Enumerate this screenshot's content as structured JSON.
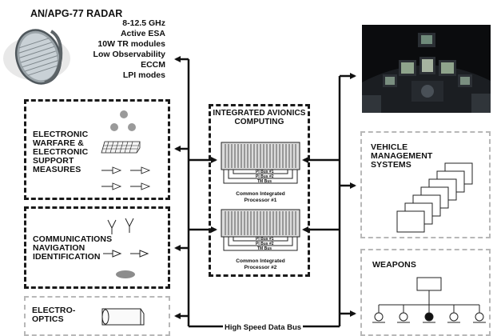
{
  "radar": {
    "title": "AN/APG-77 RADAR",
    "specs": [
      "8-12.5 GHz",
      "Active ESA",
      "10W TR modules",
      "Low Observability",
      "ECCM",
      "LPI modes"
    ]
  },
  "ew": {
    "label_lines": [
      "ELECTRONIC",
      "WARFARE &",
      "ELECTRONIC",
      "SUPPORT",
      "MEASURES"
    ]
  },
  "cni": {
    "label_lines": [
      "COMMUNICATIONS",
      "NAVIGATION",
      "IDENTIFICATION"
    ]
  },
  "eo": {
    "label_lines": [
      "ELECTRO-",
      "OPTICS"
    ]
  },
  "iac": {
    "title_lines": [
      "INTEGRATED AVIONICS",
      "COMPUTING"
    ],
    "processor1": {
      "bus_lines": [
        "PI Bus #1",
        "PI Bus #2",
        "TM Bus"
      ],
      "caption_lines": [
        "Common Integrated",
        "Processor  #1"
      ]
    },
    "processor2": {
      "bus_lines": [
        "PI Bus #1",
        "PI Bus #2",
        "TM Bus"
      ],
      "caption_lines": [
        "Common Integrated",
        "Processor  #2"
      ]
    }
  },
  "vms": {
    "label_lines": [
      "VEHICLE",
      "MANAGEMENT",
      "SYSTEMS"
    ]
  },
  "weapons": {
    "label": "WEAPONS"
  },
  "bus": {
    "label": "High Speed Data Bus"
  }
}
